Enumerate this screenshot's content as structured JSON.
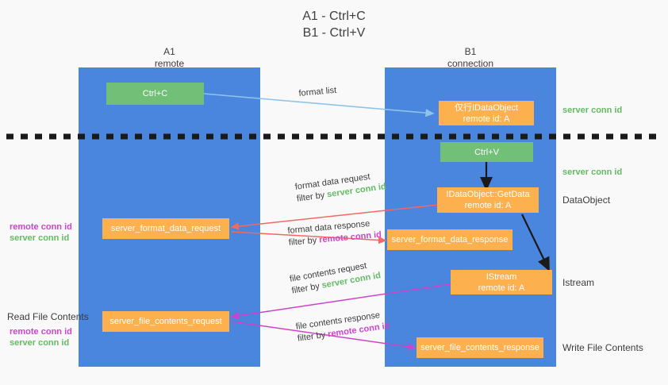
{
  "title": {
    "line1": "A1 - Ctrl+C",
    "line2": "B1 - Ctrl+V"
  },
  "colors": {
    "background": "#f9f9f9",
    "lane": "#4a86dd",
    "node_green": "#72bf78",
    "node_orange": "#fcb04e",
    "server_conn": "#63bb63",
    "remote_conn": "#cc44cc",
    "arrow_blue": "#8ec4ea",
    "arrow_red": "#ef6a62",
    "arrow_magenta": "#cc44cc",
    "arrow_black": "#1a1a1a",
    "text": "#3c3c3c"
  },
  "lanes": [
    {
      "id": "a1",
      "title": "A1",
      "subtitle": "remote"
    },
    {
      "id": "b1",
      "title": "B1",
      "subtitle": "connection"
    }
  ],
  "nodes": [
    {
      "id": "ctrl-c",
      "line1": "Ctrl+C",
      "line2": "",
      "color": "green"
    },
    {
      "id": "idataobject-copy",
      "line1": "仅行IDataObject",
      "line2": "remote id: A",
      "color": "orange"
    },
    {
      "id": "ctrl-v",
      "line1": "Ctrl+V",
      "line2": "",
      "color": "green"
    },
    {
      "id": "idataobject-getdata",
      "line1": "IDataObject::GetData",
      "line2": "remote id: A",
      "color": "orange"
    },
    {
      "id": "server-format-data-request",
      "line1": "server_format_data_request",
      "line2": "",
      "color": "orange"
    },
    {
      "id": "server-format-data-response",
      "line1": "server_format_data_response",
      "line2": "",
      "color": "orange"
    },
    {
      "id": "istream",
      "line1": "IStream",
      "line2": "remote id: A",
      "color": "orange"
    },
    {
      "id": "server-file-contents-request",
      "line1": "server_file_contents_request",
      "line2": "",
      "color": "orange"
    },
    {
      "id": "server-file-contents-response",
      "line1": "server_file_contents_response",
      "line2": "",
      "color": "orange"
    }
  ],
  "right_labels": [
    {
      "id": "server-conn-top",
      "text": "server conn id",
      "kind": "server"
    },
    {
      "id": "server-conn-second",
      "text": "server conn id",
      "kind": "server"
    },
    {
      "id": "dataobject",
      "text": "DataObject",
      "kind": "plain"
    },
    {
      "id": "istream-label",
      "text": "Istream",
      "kind": "plain"
    },
    {
      "id": "write-file-contents",
      "text": "Write File Contents",
      "kind": "plain"
    }
  ],
  "left_labels": [
    {
      "id": "format-remote",
      "text": "remote conn id",
      "kind": "remote"
    },
    {
      "id": "format-server",
      "text": "server conn id",
      "kind": "server"
    },
    {
      "id": "read-file-contents",
      "text": "Read File Contents",
      "kind": "plain"
    },
    {
      "id": "file-remote",
      "text": "remote conn id",
      "kind": "remote"
    },
    {
      "id": "file-server",
      "text": "server conn id",
      "kind": "server"
    }
  ],
  "edge_labels": [
    {
      "id": "format-list",
      "text": "format list",
      "filter_prefix": "",
      "filter_value": "",
      "filter_kind": ""
    },
    {
      "id": "format-data-request",
      "text": "format data request",
      "filter_prefix": "filter by ",
      "filter_value": "server conn id",
      "filter_kind": "server"
    },
    {
      "id": "format-data-response",
      "text": "format data response",
      "filter_prefix": "filter by ",
      "filter_value": "remote conn id",
      "filter_kind": "remote"
    },
    {
      "id": "file-contents-request",
      "text": "file contents request",
      "filter_prefix": "filter by ",
      "filter_value": "server conn id",
      "filter_kind": "server"
    },
    {
      "id": "file-contents-response",
      "text": "file contents response",
      "filter_prefix": "filter by ",
      "filter_value": "remote conn id",
      "filter_kind": "remote"
    }
  ]
}
